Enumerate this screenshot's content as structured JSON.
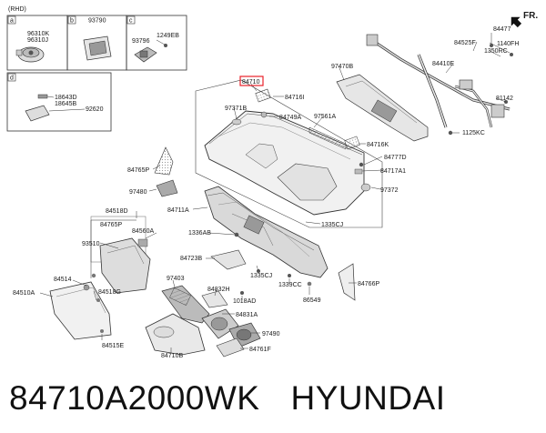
{
  "diagram": {
    "market": "(RHD)",
    "front_arrow": "FR.",
    "highlight_color": "#e8212a",
    "inset_boxes": {
      "a": {
        "letter": "a",
        "parts": [
          "96310K",
          "96310J"
        ]
      },
      "b": {
        "letter": "b",
        "parts": [
          "93790"
        ]
      },
      "c": {
        "letter": "c",
        "parts": [
          "93796",
          "1249EB"
        ]
      },
      "d": {
        "letter": "d",
        "parts": [
          "18643D",
          "18645B",
          "92620"
        ]
      }
    },
    "callouts": {
      "p84710": "84710",
      "p84716I": "84716I",
      "p97371B": "97371B",
      "p97470B": "97470B",
      "p84749A": "84749A",
      "p97561A": "97561A",
      "p84716K": "84716K",
      "p84777D": "84777D",
      "p84717A1": "84717A1",
      "p97372": "97372",
      "p84765P": "84765P",
      "p97480": "97480",
      "p84711A": "84711A",
      "p1335CJ_a": "1335CJ",
      "p84477": "84477",
      "p1140FH": "1140FH",
      "p84525F": "84525F",
      "p1350RC": "1350RC",
      "p84410E": "84410E",
      "p81142": "81142",
      "p1125KC": "1125KC",
      "p84518D": "84518D",
      "p84765P_b": "84765P",
      "p84560A": "84560A",
      "p93510": "93510",
      "p1336AB": "1336AB",
      "p84723B": "84723B",
      "p1335CJ_b": "1335CJ",
      "p84514": "84514",
      "p84518G": "84518G",
      "p84510A": "84510A",
      "p97403": "97403",
      "p84832H": "84832H",
      "p1018AD": "1018AD",
      "p1339CC": "1339CC",
      "p86549": "86549",
      "p84766P": "84766P",
      "p84831A": "84831A",
      "p97490": "97490",
      "p84761F": "84761F",
      "p84515E": "84515E",
      "p84710B": "84710B"
    }
  },
  "caption": {
    "part_number": "84710A2000WK",
    "brand": "HYUNDAI"
  }
}
